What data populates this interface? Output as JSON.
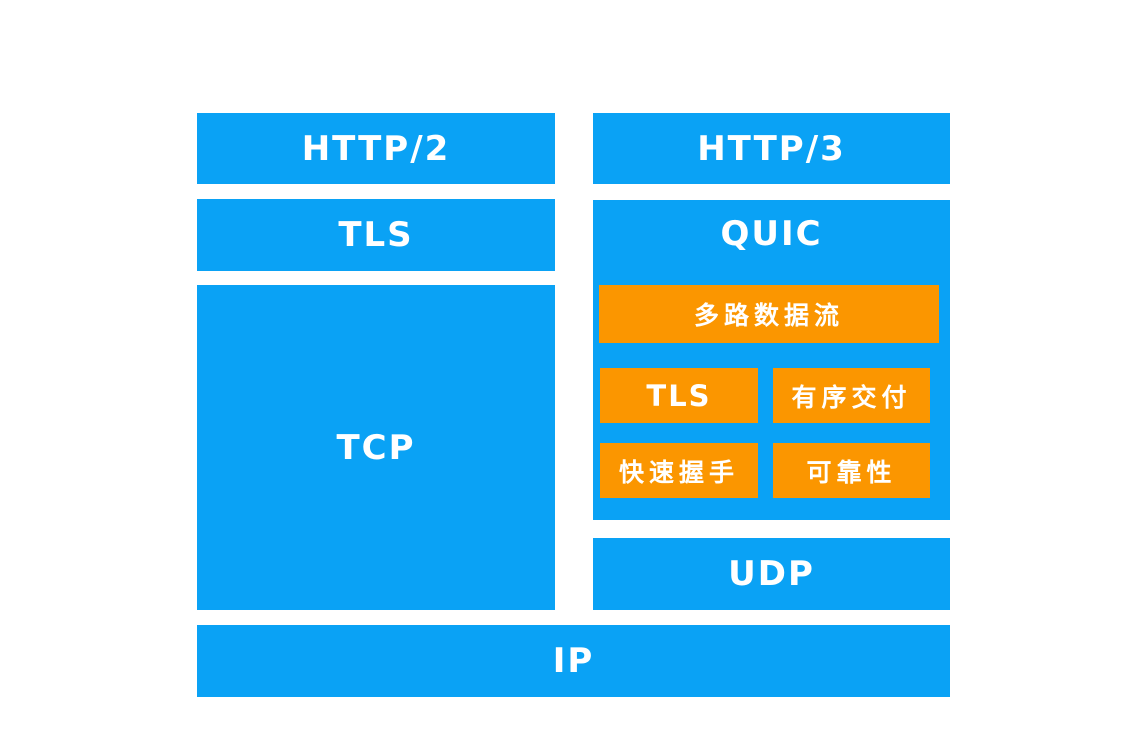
{
  "colors": {
    "layer_blue": "#0aa2f5",
    "feature_orange": "#fb9600",
    "label_text": "#ffffff",
    "background": "#ffffff"
  },
  "left_stack": {
    "http2_label": "HTTP/2",
    "tls_label": "TLS",
    "tcp_label": "TCP"
  },
  "right_stack": {
    "http3_label": "HTTP/3",
    "quic": {
      "label": "QUIC",
      "features": {
        "multiplex": "多路数据流",
        "tls": "TLS",
        "ordered_delivery": "有序交付",
        "fast_handshake": "快速握手",
        "reliability": "可靠性"
      }
    },
    "udp_label": "UDP"
  },
  "bottom_layer": {
    "ip_label": "IP"
  }
}
